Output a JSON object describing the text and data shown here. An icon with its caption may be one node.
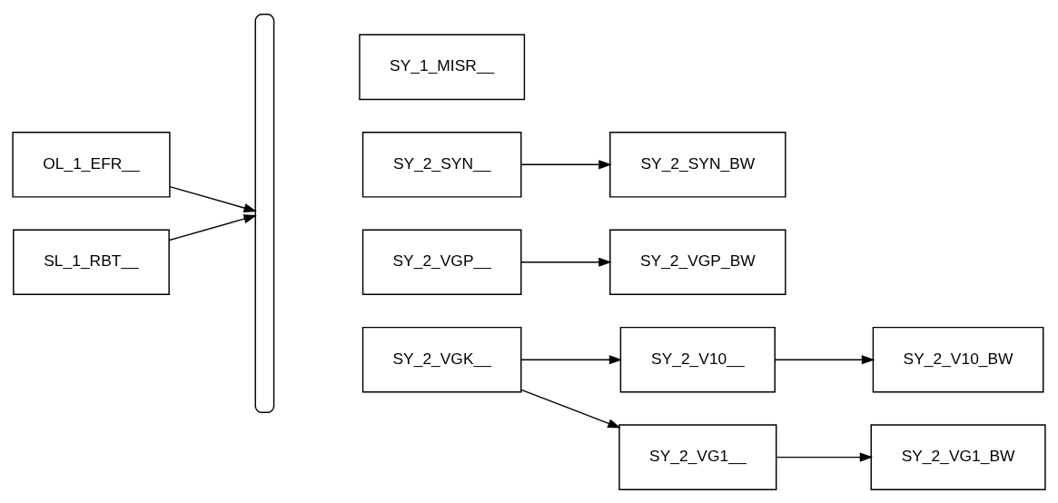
{
  "diagram": {
    "nodes": [
      {
        "text": [
          "OL_1_EFR__"
        ]
      },
      {
        "text": [
          "SL_1_RBT__"
        ]
      },
      {
        "text": [],
        "shape": "brace"
      },
      {
        "text": [
          "SY_1_MISR__"
        ]
      },
      {
        "text": [
          "SY_2_SYN__"
        ]
      },
      {
        "text": [
          "SY_2_VGP__"
        ]
      },
      {
        "text": [
          "SY_2_VGK__"
        ]
      },
      {
        "text": [
          "SY_2_SYN_BW"
        ]
      },
      {
        "text": [
          "SY_2_VGP_BW"
        ]
      },
      {
        "text": [
          "SY_2_V10__"
        ]
      },
      {
        "text": [
          "SY_2_VG1__"
        ]
      },
      {
        "text": [
          "SY_2_V10_BW"
        ]
      },
      {
        "text": [
          "SY_2_VG1_BW"
        ]
      }
    ],
    "edges": [
      {
        "from": 0,
        "to": 2,
        "arrow": "to"
      },
      {
        "from": 1,
        "to": 2,
        "arrow": "to"
      },
      {
        "from": 4,
        "to": 7,
        "arrow": "to"
      },
      {
        "from": 5,
        "to": 8,
        "arrow": "to"
      },
      {
        "from": 6,
        "to": 9,
        "arrow": "to"
      },
      {
        "from": 6,
        "to": 10,
        "arrow": "to"
      },
      {
        "from": 9,
        "to": 11,
        "arrow": "to"
      },
      {
        "from": 10,
        "to": 12,
        "arrow": "to"
      }
    ]
  }
}
